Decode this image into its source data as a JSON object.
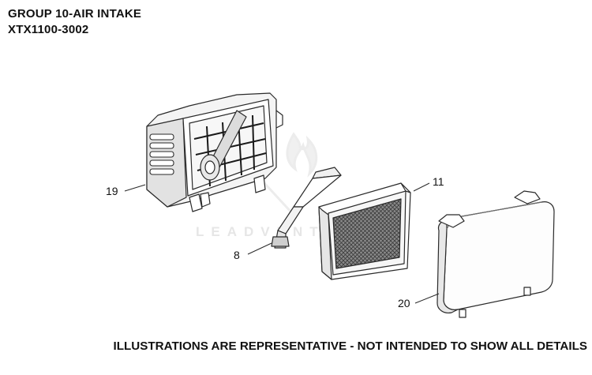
{
  "header": {
    "title": "GROUP 10-AIR INTAKE",
    "model": "XTX1100-3002"
  },
  "footer": {
    "disclaimer": "ILLUSTRATIONS ARE REPRESENTATIVE - NOT INTENDED TO SHOW ALL DETAILS"
  },
  "watermark": {
    "text": "LEADVENT"
  },
  "callouts": [
    {
      "id": "19",
      "label": "19"
    },
    {
      "id": "8",
      "label": "8"
    },
    {
      "id": "11",
      "label": "11"
    },
    {
      "id": "20",
      "label": "20"
    }
  ],
  "colors": {
    "line": "#2a2a2a",
    "shade": "#d9d9d9",
    "dark": "#555555",
    "filter_mesh": "#6b6b6b",
    "watermark": "#e6e6e6"
  }
}
